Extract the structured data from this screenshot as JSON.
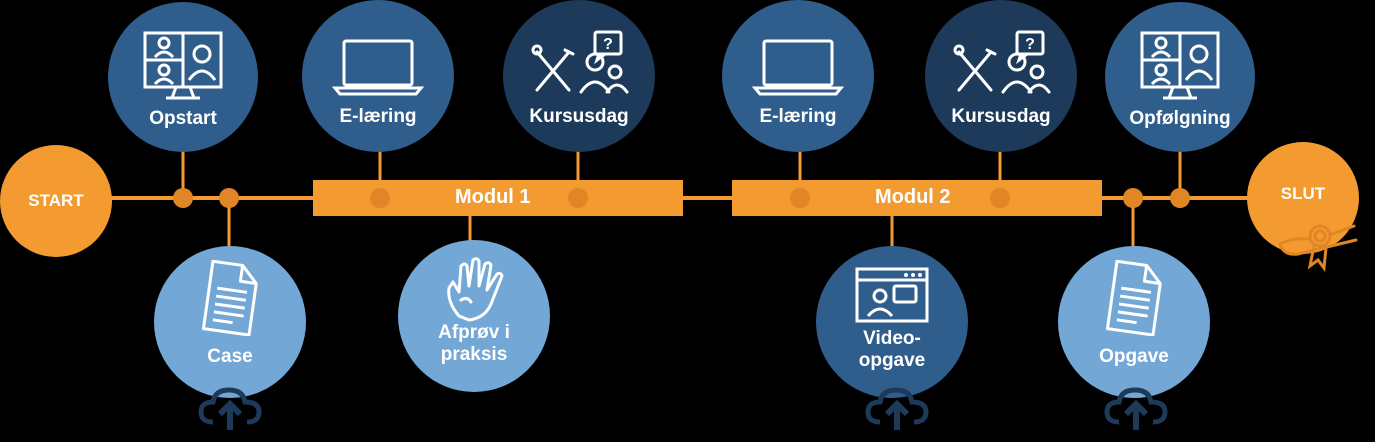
{
  "start_label": "START",
  "end_label": "SLUT",
  "modules": [
    {
      "label": "Modul 1"
    },
    {
      "label": "Modul 2"
    }
  ],
  "top_steps": [
    {
      "label": "Opstart",
      "icon": "video-conference-icon"
    },
    {
      "label": "E-læring",
      "icon": "laptop-icon"
    },
    {
      "label": "Kursusdag",
      "icon": "tools-question-people-icon"
    },
    {
      "label": "E-læring",
      "icon": "laptop-icon"
    },
    {
      "label": "Kursusdag",
      "icon": "tools-question-people-icon"
    },
    {
      "label": "Opfølgning",
      "icon": "video-conference-icon"
    }
  ],
  "bottom_steps": [
    {
      "label": "Case",
      "icon": "document-icon",
      "upload": true
    },
    {
      "label": "Afprøv i\npraksis",
      "icon": "hand-icon",
      "upload": false
    },
    {
      "label": "Video-\nopgave",
      "icon": "video-message-icon",
      "upload": true
    },
    {
      "label": "Opgave",
      "icon": "document-icon",
      "upload": true
    }
  ],
  "colors": {
    "orange": "#F39A30",
    "orange_dark": "#E08624",
    "blue_medium": "#2F5E8C",
    "blue_dark": "#1D3A5A",
    "blue_light": "#73A7D6",
    "background": "#000000"
  }
}
